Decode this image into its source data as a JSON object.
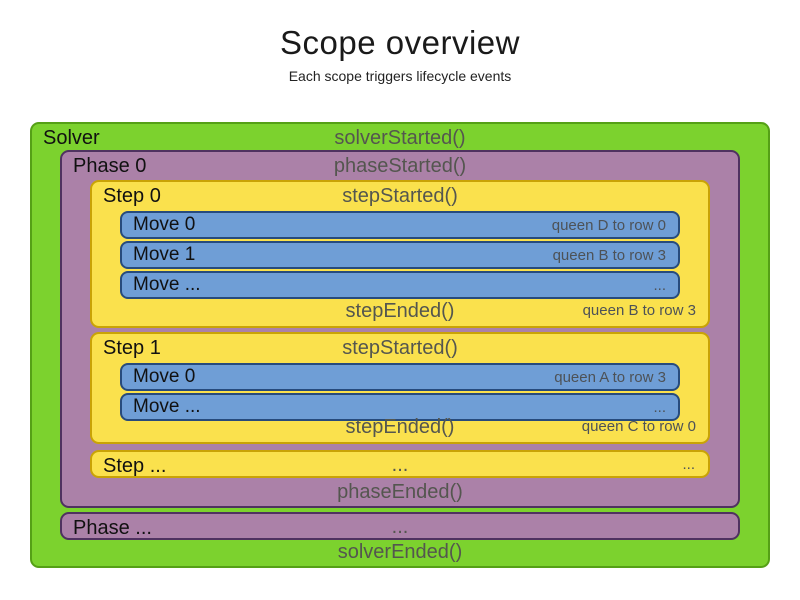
{
  "title": "Scope overview",
  "subtitle": "Each scope triggers lifecycle events",
  "colors": {
    "solver_fill": "#7cd22e",
    "solver_border": "#55a016",
    "phase_fill": "#ab81a8",
    "phase_border": "#4f3260",
    "step_fill": "#fae14d",
    "step_border": "#c9a306",
    "move_fill": "#6f9ed6",
    "move_border": "#274b7d",
    "event_text": "#54564f",
    "detail_text": "#4d5257"
  },
  "solver": {
    "label": "Solver",
    "started_event": "solverStarted()",
    "ended_event": "solverEnded()",
    "phases": [
      {
        "label": "Phase 0",
        "started_event": "phaseStarted()",
        "ended_event": "phaseEnded()",
        "steps": [
          {
            "label": "Step 0",
            "started_event": "stepStarted()",
            "ended_event": "stepEnded()",
            "ended_detail": "queen B to row 3",
            "moves": [
              {
                "label": "Move 0",
                "detail": "queen D to row 0"
              },
              {
                "label": "Move 1",
                "detail": "queen B to row 3"
              },
              {
                "label": "Move ...",
                "detail": "..."
              }
            ]
          },
          {
            "label": "Step 1",
            "started_event": "stepStarted()",
            "ended_event": "stepEnded()",
            "ended_detail": "queen C to row 0",
            "moves": [
              {
                "label": "Move 0",
                "detail": "queen A to row 3"
              },
              {
                "label": "Move ...",
                "detail": "..."
              }
            ]
          },
          {
            "label": "Step ...",
            "center_dots": "...",
            "right_dots": "..."
          }
        ]
      },
      {
        "label": "Phase ...",
        "center_dots": "..."
      }
    ]
  }
}
